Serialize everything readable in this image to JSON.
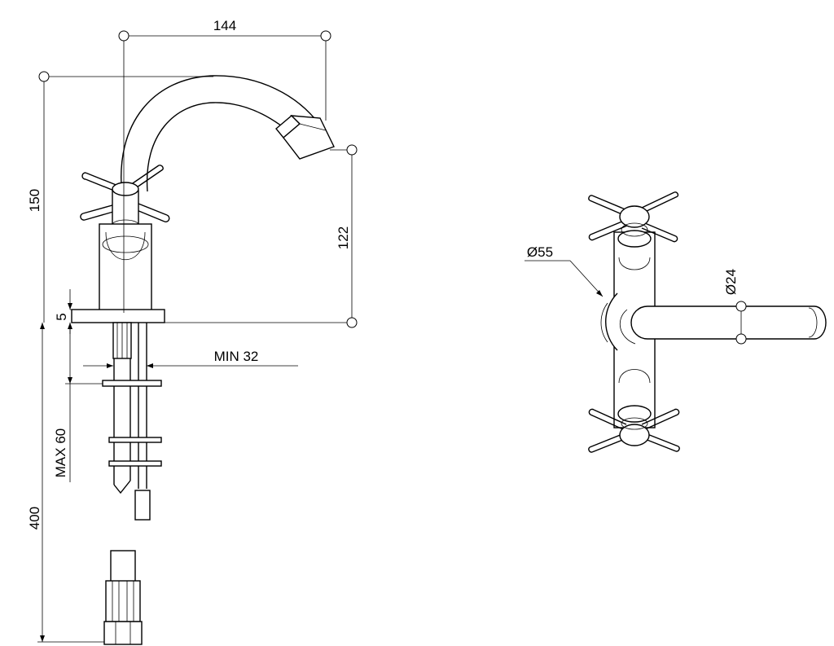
{
  "dimensions": {
    "spout_reach": "144",
    "total_height": "150",
    "spout_height": "122",
    "base_thickness": "5",
    "min_hole": "MIN 32",
    "max_deck": "MAX 60",
    "hose_length": "400",
    "body_diameter": "Ø55",
    "spout_diameter": "Ø24"
  }
}
